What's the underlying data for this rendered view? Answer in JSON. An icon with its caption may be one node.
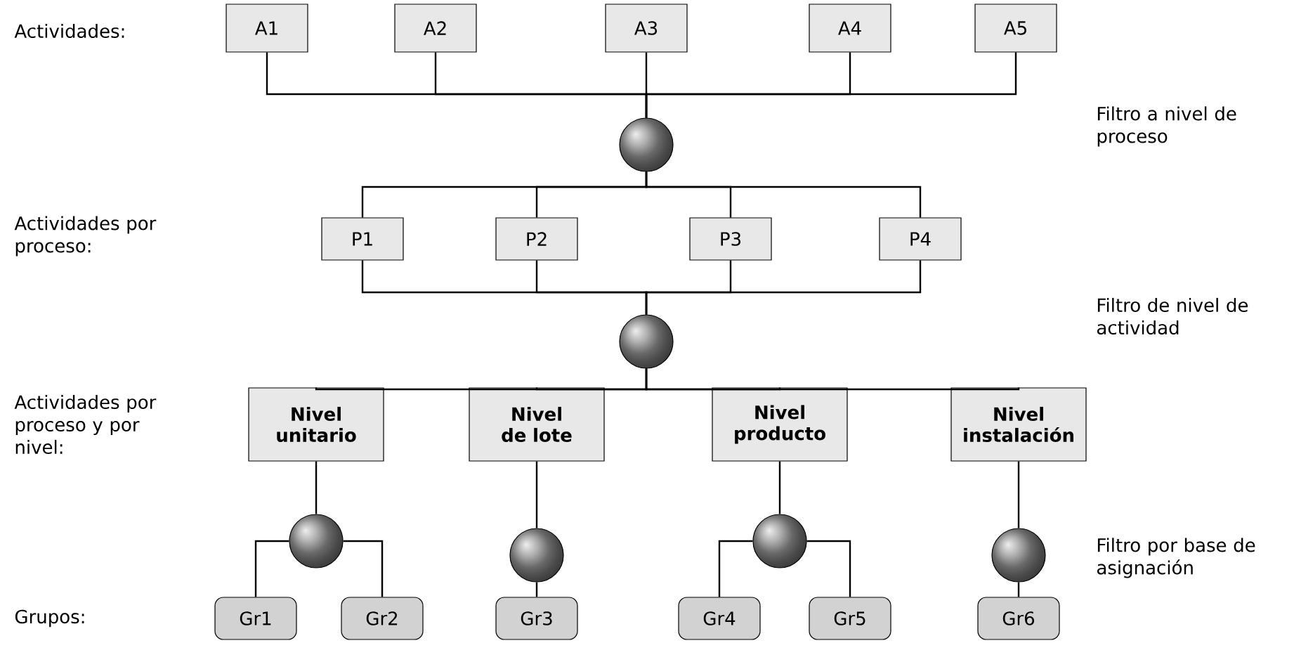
{
  "diagram": {
    "nodes": [
      {
        "text": [
          "A1"
        ]
      },
      {
        "text": [
          "A2"
        ]
      },
      {
        "text": [
          "A3"
        ]
      },
      {
        "text": [
          "A4"
        ]
      },
      {
        "text": [
          "A5"
        ]
      },
      {
        "text": [],
        "shape": "circle"
      },
      {
        "text": [
          "P1"
        ]
      },
      {
        "text": [
          "P2"
        ]
      },
      {
        "text": [
          "P3"
        ]
      },
      {
        "text": [
          "P4"
        ]
      },
      {
        "text": [],
        "shape": "circle"
      },
      {
        "text": [
          "Nivel unitario"
        ]
      },
      {
        "text": [
          "Nivel de lote"
        ]
      },
      {
        "text": [
          "Nivel producto"
        ]
      },
      {
        "text": [
          "Nivel instalación"
        ]
      },
      {
        "text": [],
        "shape": "circle"
      },
      {
        "text": [],
        "shape": "circle"
      },
      {
        "text": [],
        "shape": "circle"
      },
      {
        "text": [],
        "shape": "circle"
      },
      {
        "text": [
          "Gr1"
        ]
      },
      {
        "text": [
          "Gr2"
        ]
      },
      {
        "text": [
          "Gr3"
        ]
      },
      {
        "text": [
          "Gr4"
        ]
      },
      {
        "text": [
          "Gr5"
        ]
      },
      {
        "text": [
          "Gr6"
        ]
      }
    ],
    "edges": [
      {
        "from": 0,
        "to": 5,
        "arrow": "none"
      },
      {
        "from": 1,
        "to": 5,
        "arrow": "none"
      },
      {
        "from": 2,
        "to": 5,
        "arrow": "none"
      },
      {
        "from": 3,
        "to": 5,
        "arrow": "none"
      },
      {
        "from": 4,
        "to": 5,
        "arrow": "none"
      },
      {
        "from": 5,
        "to": 6,
        "arrow": "none"
      },
      {
        "from": 5,
        "to": 7,
        "arrow": "none"
      },
      {
        "from": 5,
        "to": 8,
        "arrow": "none"
      },
      {
        "from": 5,
        "to": 9,
        "arrow": "none"
      },
      {
        "from": 6,
        "to": 10,
        "arrow": "none"
      },
      {
        "from": 7,
        "to": 10,
        "arrow": "none"
      },
      {
        "from": 8,
        "to": 10,
        "arrow": "none"
      },
      {
        "from": 9,
        "to": 10,
        "arrow": "none"
      },
      {
        "from": 10,
        "to": 11,
        "arrow": "none"
      },
      {
        "from": 10,
        "to": 12,
        "arrow": "none"
      },
      {
        "from": 10,
        "to": 13,
        "arrow": "none"
      },
      {
        "from": 10,
        "to": 14,
        "arrow": "none"
      },
      {
        "from": 11,
        "to": 15,
        "arrow": "none"
      },
      {
        "from": 12,
        "to": 16,
        "arrow": "none"
      },
      {
        "from": 13,
        "to": 17,
        "arrow": "none"
      },
      {
        "from": 14,
        "to": 18,
        "arrow": "none"
      },
      {
        "from": 15,
        "to": 19,
        "arrow": "none"
      },
      {
        "from": 15,
        "to": 20,
        "arrow": "none"
      },
      {
        "from": 16,
        "to": 21,
        "arrow": "none"
      },
      {
        "from": 17,
        "to": 22,
        "arrow": "none"
      },
      {
        "from": 17,
        "to": 23,
        "arrow": "none"
      },
      {
        "from": 18,
        "to": 24,
        "arrow": "none"
      }
    ],
    "labels": [
      "Actividades:",
      "Filtro a nivel de proceso",
      "Actividades por proceso:",
      "Filtro de nivel de actividad",
      "Actividades por proceso y por nivel:",
      "Filtro por base de asignación",
      "Grupos:"
    ]
  }
}
